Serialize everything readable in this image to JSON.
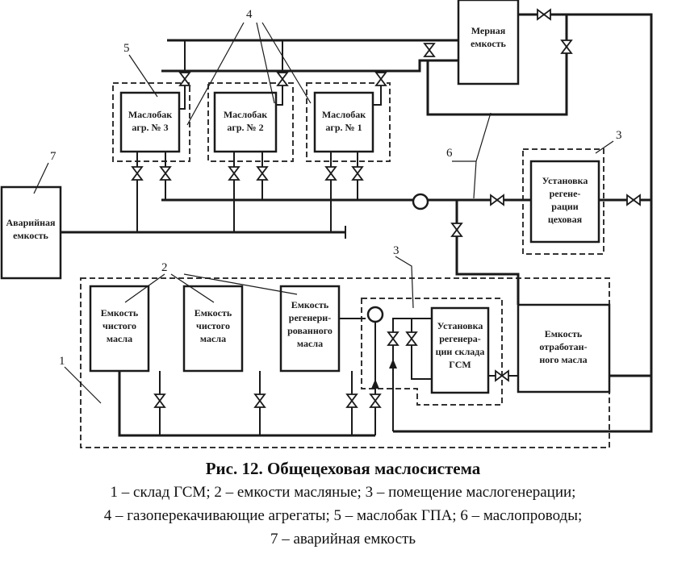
{
  "figure": {
    "boxes": {
      "tank3": [
        "Маслобак",
        "агр. № 3"
      ],
      "tank2": [
        "Маслобак",
        "агр. № 2"
      ],
      "tank1": [
        "Маслобак",
        "агр. № 1"
      ],
      "measuring": [
        "Мерная",
        "емкость"
      ],
      "emergency": [
        "Аварийная",
        "емкость"
      ],
      "regen_shop": [
        "Установка",
        "регене-",
        "рации",
        "цеховая"
      ],
      "clean1": [
        "Емкость",
        "чистого",
        "масла"
      ],
      "clean2": [
        "Емкость",
        "чистого",
        "масла"
      ],
      "regen_oil": [
        "Емкость",
        "регенери-",
        "рованного",
        "масла"
      ],
      "regen_gsm": [
        "Установка",
        "регенера-",
        "ции склада",
        "ГСМ"
      ],
      "waste": [
        "Емкость",
        "отработан-",
        "ного масла"
      ]
    },
    "numbers": {
      "n1": "1",
      "n2": "2",
      "n3a": "3",
      "n3b": "3",
      "n4": "4",
      "n5": "5",
      "n6": "6",
      "n7": "7"
    }
  },
  "caption": {
    "title": "Рис. 12. Общецеховая маслосистема",
    "legend": [
      "1 – склад ГСМ; 2 – емкости масляные; 3 – помещение маслогенерации;",
      "4 – газоперекачивающие агрегаты; 5 – маслобак ГПА; 6 – маслопроводы;",
      "7 – аварийная емкость"
    ]
  }
}
